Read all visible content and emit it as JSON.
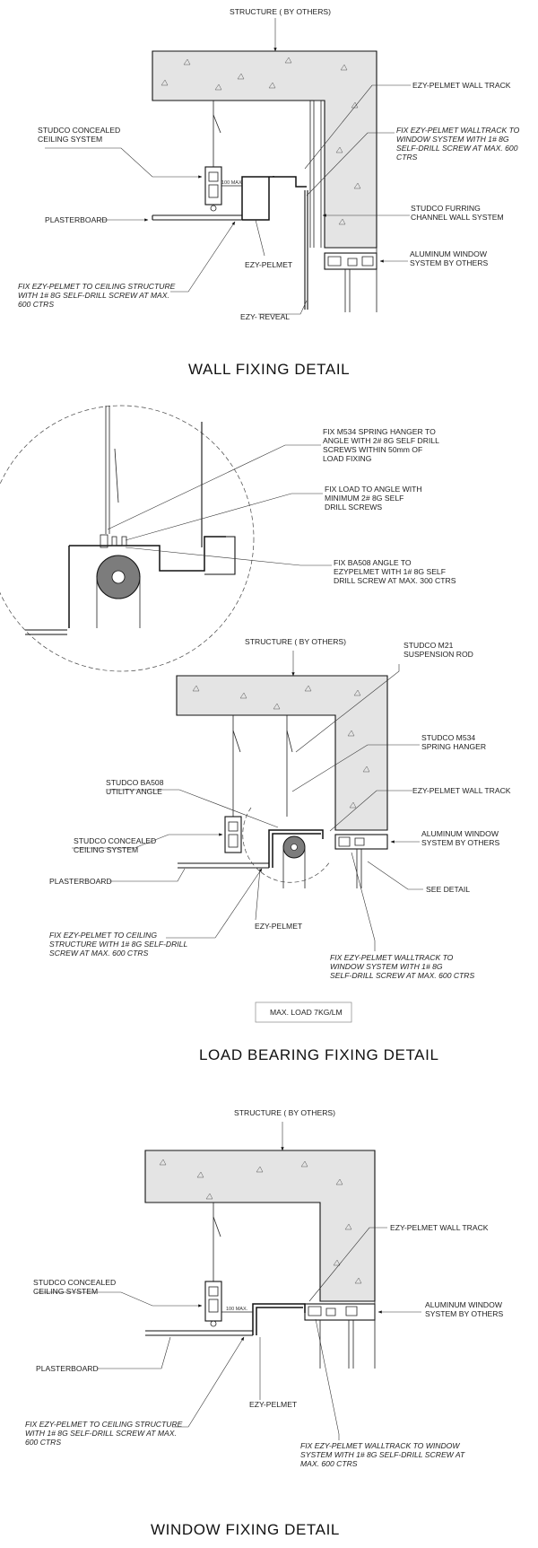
{
  "wall_detail": {
    "structure_label": "STRUCTURE  ( BY OTHERS)",
    "wall_track_label": "EZY-PELMET WALL TRACK",
    "fix_walltrack_lines": [
      "FIX EZY-PELMET WALLTRACK TO",
      "WINDOW SYSTEM WITH 1# 8G",
      "SELF-DRILL SCREW AT MAX. 600",
      "CTRS"
    ],
    "ceiling_lines": [
      "STUDCO CONCEALED",
      "CEILING SYSTEM"
    ],
    "dim_label": "100 MAX.",
    "furring_lines": [
      "STUDCO FURRING",
      "CHANNEL WALL SYSTEM"
    ],
    "plasterboard_label": "PLASTERBOARD",
    "window_lines": [
      "ALUMINUM WINDOW",
      "SYSTEM BY OTHERS"
    ],
    "pelmet_label": "EZY-PELMET",
    "fix_ceiling_lines": [
      "FIX EZY-PELMET TO CEILING STRUCTURE",
      "WITH 1# 8G SELF-DRILL SCREW AT MAX.",
      "600 CTRS"
    ],
    "reveal_label": "EZY- REVEAL",
    "title": "WALL FIXING DETAIL"
  },
  "load_detail": {
    "fix_hanger_lines": [
      "FIX M534 SPRING HANGER TO",
      "ANGLE WITH 2# 8G SELF DRILL",
      "SCREWS WITHIN 50mm OF",
      "LOAD FIXING"
    ],
    "fix_load_lines": [
      "FIX LOAD TO ANGLE WITH",
      "MINIMUM 2# 8G SELF",
      "DRILL SCREWS"
    ],
    "fix_angle_lines": [
      "FIX BA508 ANGLE TO",
      "EZYPELMET WITH 1# 8G SELF",
      "DRILL SCREW AT MAX. 300 CTRS"
    ],
    "structure_label": "STRUCTURE  ( BY OTHERS)",
    "rod_lines": [
      "STUDCO M21",
      "SUSPENSION ROD"
    ],
    "spring_lines": [
      "STUDCO M534",
      "SPRING HANGER"
    ],
    "angle_lines": [
      "STUDCO BA508",
      "UTILITY ANGLE"
    ],
    "wall_track_label": "EZY-PELMET WALL TRACK",
    "ceiling_lines": [
      "STUDCO CONCEALED",
      "CEILING SYSTEM"
    ],
    "window_lines": [
      "ALUMINUM WINDOW",
      "SYSTEM BY OTHERS"
    ],
    "plasterboard_label": "PLASTERBOARD",
    "see_detail_label": "SEE DETAIL",
    "pelmet_label": "EZY-PELMET",
    "fix_ceiling_lines": [
      "FIX EZY-PELMET  TO CEILING",
      "STRUCTURE WITH 1# 8G SELF-DRILL",
      "SCREW AT MAX. 600 CTRS"
    ],
    "fix_walltrack_lines": [
      "FIX EZY-PELMET WALLTRACK TO",
      "WINDOW SYSTEM WITH 1# 8G",
      "SELF-DRILL SCREW AT MAX. 600 CTRS"
    ],
    "max_load_label": "MAX. LOAD 7KG/LM",
    "title": "LOAD BEARING FIXING DETAIL"
  },
  "window_detail": {
    "structure_label": "STRUCTURE  ( BY OTHERS)",
    "wall_track_label": "EZY-PELMET WALL TRACK",
    "ceiling_lines": [
      "STUDCO CONCEALED",
      "CEILING SYSTEM"
    ],
    "dim_label": "100 MAX.",
    "window_lines": [
      "ALUMINUM WINDOW",
      "SYSTEM BY OTHERS"
    ],
    "plasterboard_label": "PLASTERBOARD",
    "pelmet_label": "EZY-PELMET",
    "fix_ceiling_lines": [
      "FIX EZY-PELMET  TO CEILING STRUCTURE",
      "WITH 1# 8G SELF-DRILL SCREW AT MAX.",
      "600 CTRS"
    ],
    "fix_walltrack_lines": [
      "FIX EZY-PELMET WALLTRACK TO WINDOW",
      "SYSTEM WITH 1# 8G SELF-DRILL SCREW AT",
      "MAX. 600 CTRS"
    ],
    "title": "WINDOW FIXING DETAIL"
  }
}
